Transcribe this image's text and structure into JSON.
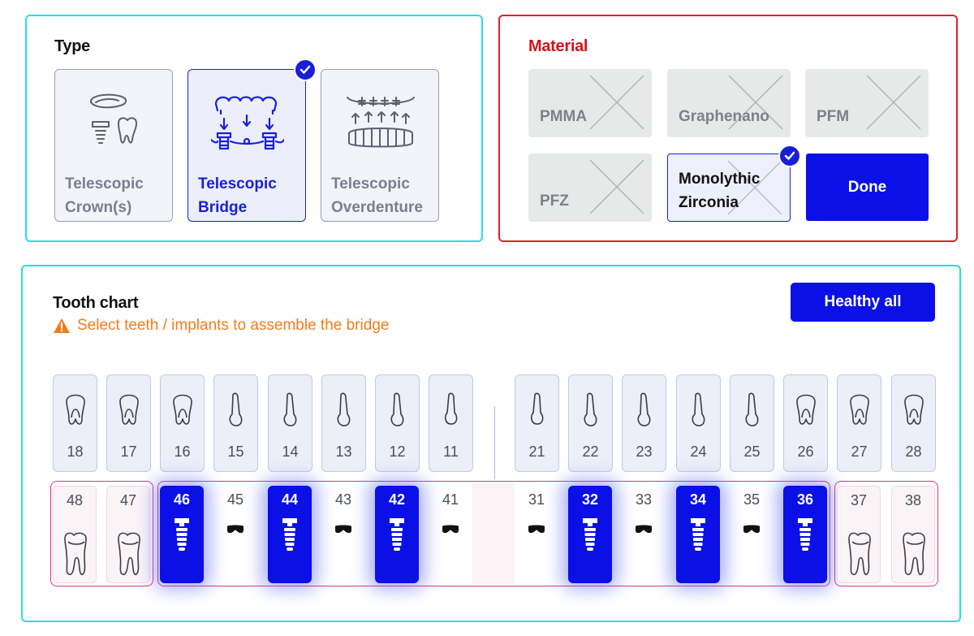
{
  "type_panel": {
    "title": "Type",
    "cards": [
      {
        "label": "Telescopic Crown(s)",
        "selected": false,
        "icon": "telescopic-crown-icon"
      },
      {
        "label": "Telescopic Bridge",
        "selected": true,
        "icon": "telescopic-bridge-icon"
      },
      {
        "label": "Telescopic Overdenture",
        "selected": false,
        "icon": "telescopic-overdenture-icon"
      }
    ]
  },
  "material_panel": {
    "title": "Material",
    "options": [
      {
        "label": "PMMA",
        "selected": false
      },
      {
        "label": "Graphenano",
        "selected": false
      },
      {
        "label": "PFM",
        "selected": false
      },
      {
        "label": "PFZ",
        "selected": false
      },
      {
        "label": "Monolythic Zirconia",
        "selected": true
      }
    ],
    "done_label": "Done"
  },
  "tooth_chart": {
    "title": "Tooth chart",
    "warning": "Select teeth / implants to assemble the bridge",
    "healthy_all_label": "Healthy all",
    "upper": [
      "18",
      "17",
      "16",
      "15",
      "14",
      "13",
      "12",
      "11",
      "21",
      "22",
      "23",
      "24",
      "25",
      "26",
      "27",
      "28"
    ],
    "lower": [
      {
        "num": "48",
        "state": "molar"
      },
      {
        "num": "47",
        "state": "molar"
      },
      {
        "num": "46",
        "state": "implant"
      },
      {
        "num": "45",
        "state": "pontic"
      },
      {
        "num": "44",
        "state": "implant"
      },
      {
        "num": "43",
        "state": "pontic"
      },
      {
        "num": "42",
        "state": "implant"
      },
      {
        "num": "41",
        "state": "pontic"
      },
      {
        "num": "31",
        "state": "pontic"
      },
      {
        "num": "32",
        "state": "implant"
      },
      {
        "num": "33",
        "state": "pontic"
      },
      {
        "num": "34",
        "state": "implant"
      },
      {
        "num": "35",
        "state": "pontic"
      },
      {
        "num": "36",
        "state": "implant"
      },
      {
        "num": "37",
        "state": "molar"
      },
      {
        "num": "38",
        "state": "molar"
      }
    ]
  },
  "colors": {
    "accent": "#0a10e6",
    "type_border": "#27dcea",
    "material_border": "#e0202a",
    "group_border": "#e2357a",
    "warning": "#f07d1d"
  }
}
